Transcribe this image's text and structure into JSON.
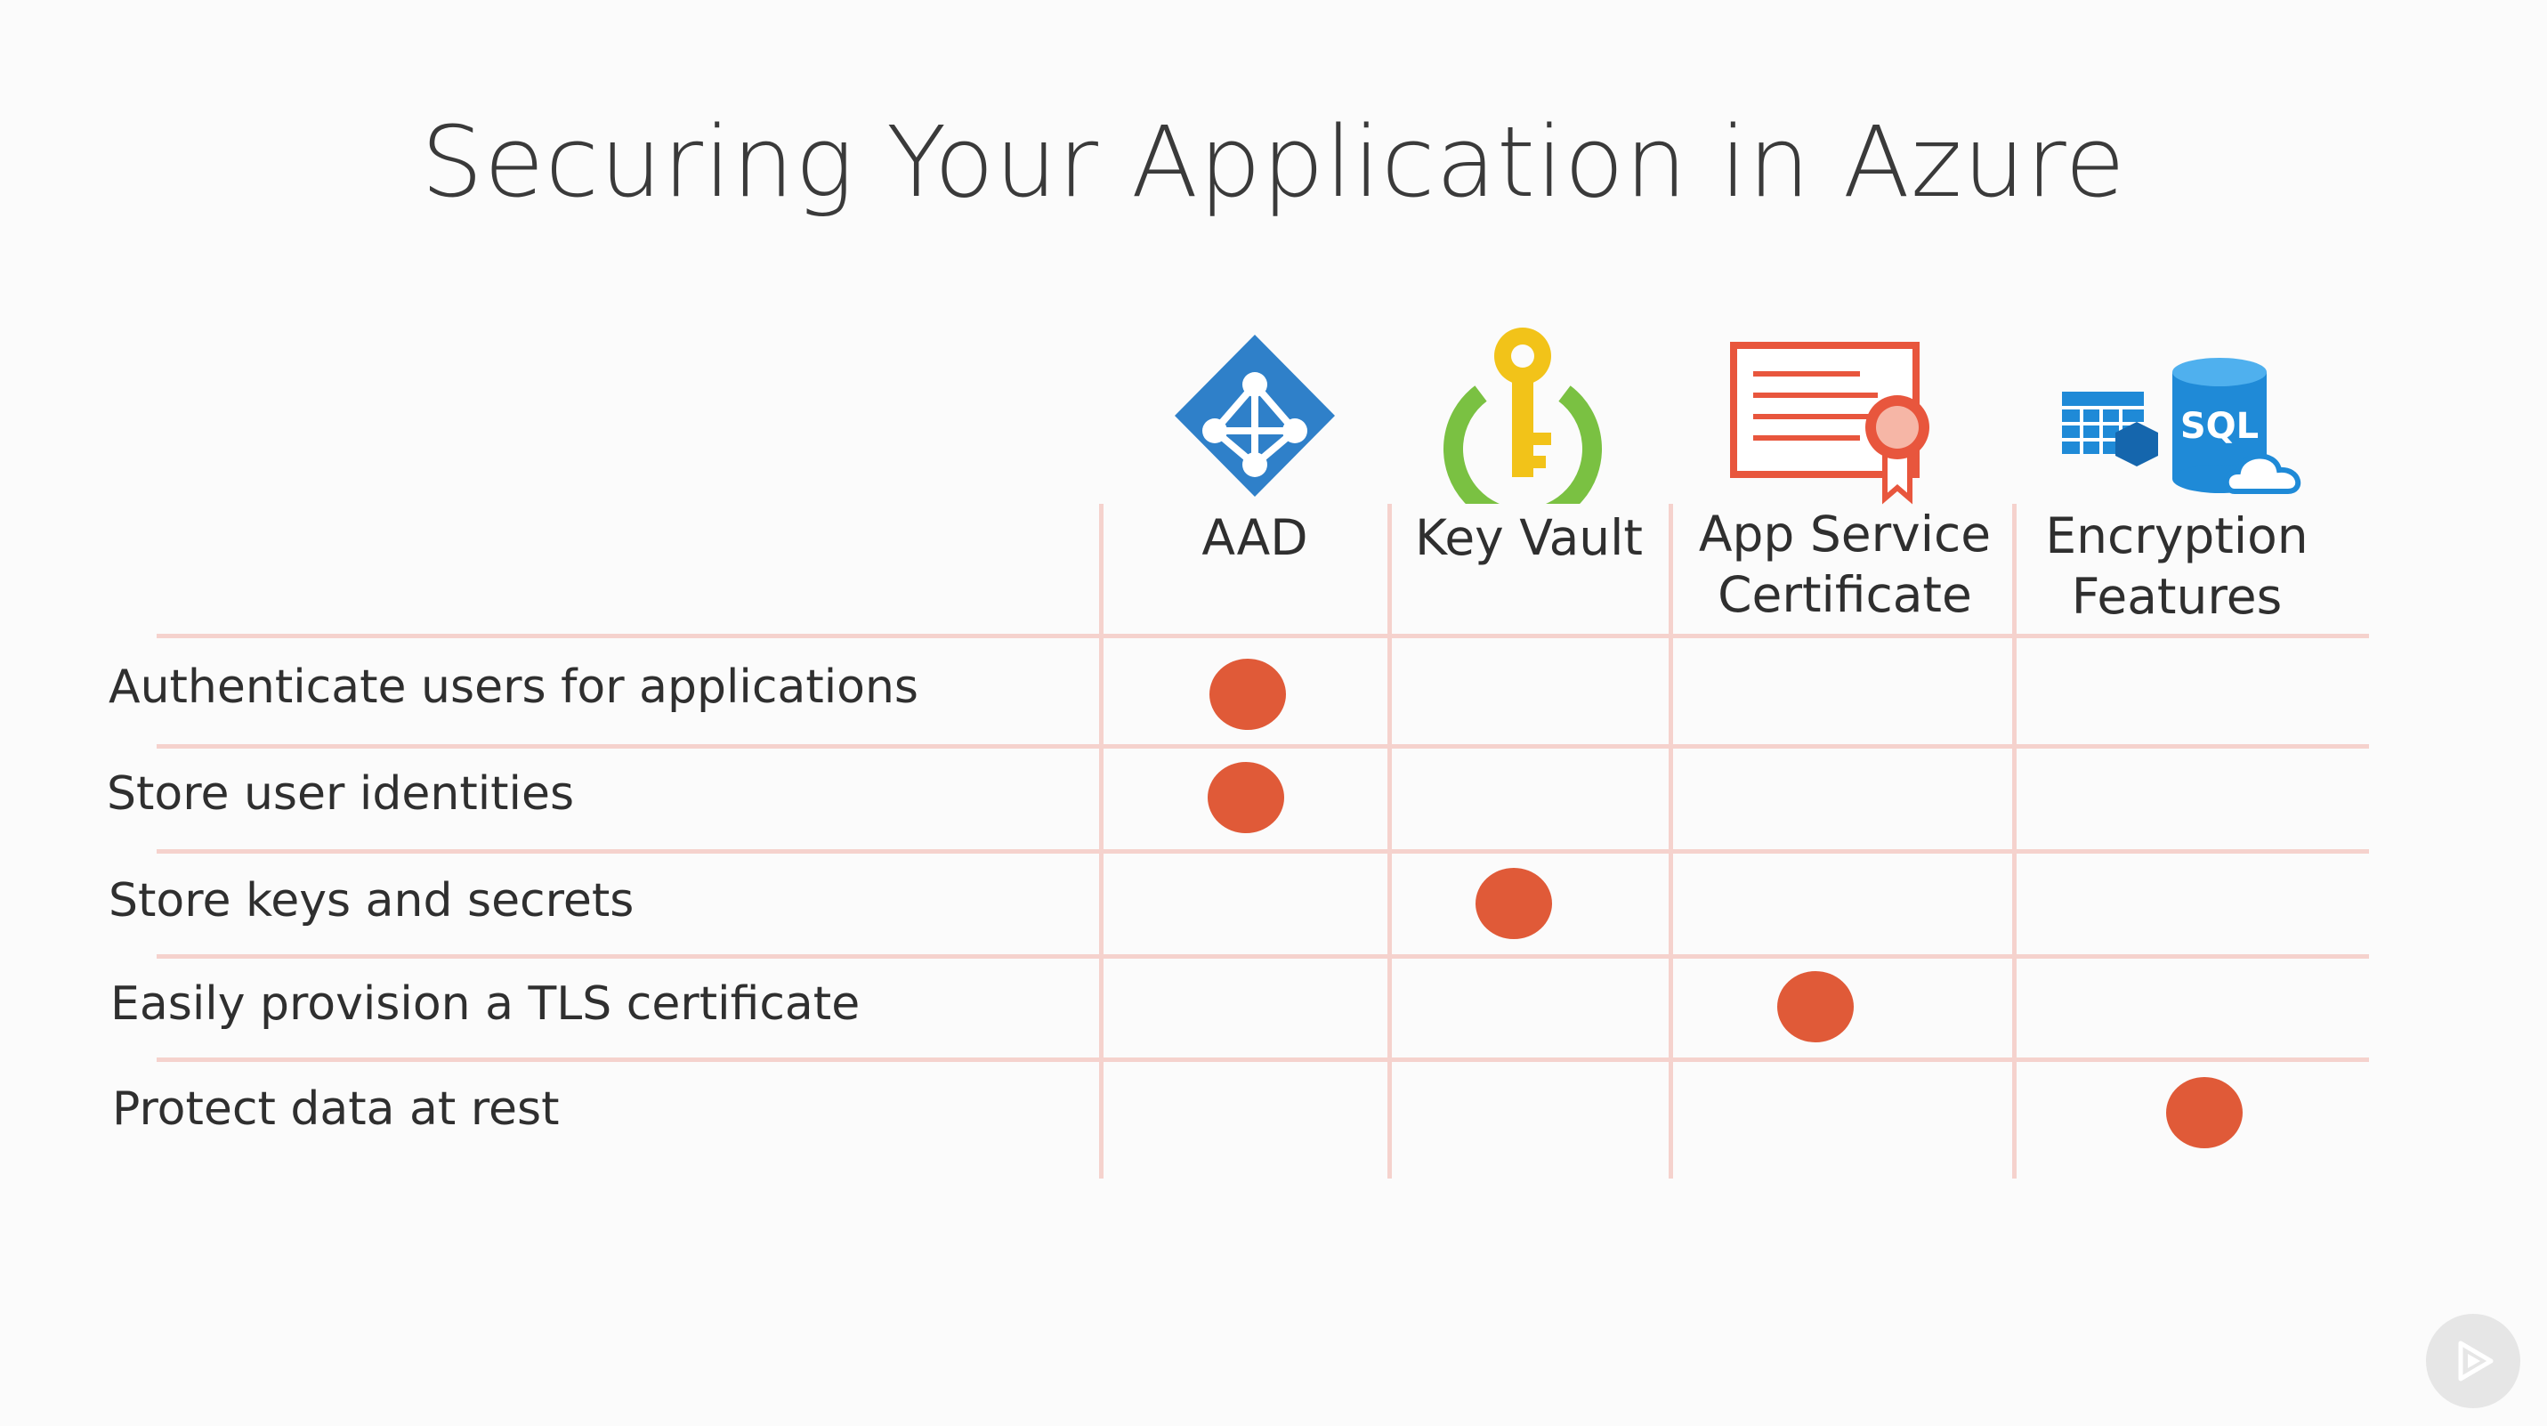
{
  "title": "Securing Your Application in Azure",
  "columns": [
    {
      "key": "aad",
      "label_lines": [
        "AAD"
      ],
      "icon": "azure-active-directory-icon"
    },
    {
      "key": "key_vault",
      "label_lines": [
        "Key Vault"
      ],
      "icon": "key-vault-icon"
    },
    {
      "key": "app_service_certificate",
      "label_lines": [
        "App Service",
        "Certificate"
      ],
      "icon": "certificate-icon"
    },
    {
      "key": "encryption_features",
      "label_lines": [
        "Encryption",
        "Features"
      ],
      "icon": "sql-database-icon"
    }
  ],
  "rows": [
    {
      "label": "Authenticate users for applications",
      "marked_column": "AAD"
    },
    {
      "label": "Store user identities",
      "marked_column": "AAD"
    },
    {
      "label": "Store keys and secrets",
      "marked_column": "Key Vault"
    },
    {
      "label": "Easily provision a TLS certificate",
      "marked_column": "App Service Certificate"
    },
    {
      "label": "Protect data at rest",
      "marked_column": "Encryption Features"
    }
  ],
  "icons": {
    "sql_label": "SQL",
    "player": "play-icon"
  },
  "colors": {
    "dot": "#e05a38",
    "grid": "#f5d2cd",
    "aad_blue": "#2f80c9",
    "key_yellow": "#f2c319",
    "key_green": "#7ac142",
    "cert_orange": "#e8563d",
    "sql_blue": "#1f8ad7"
  }
}
